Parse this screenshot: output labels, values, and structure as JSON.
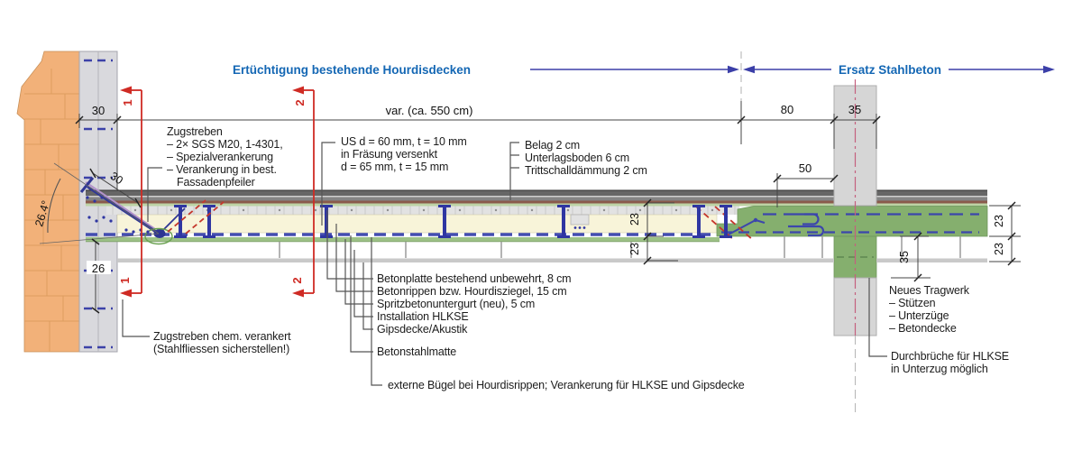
{
  "headings": {
    "left": "Ertüchtigung bestehende Hourdisdecken",
    "right": "Ersatz Stahlbeton"
  },
  "dimensions": {
    "wall_width": "30",
    "span": "var. (ca. 550 cm)",
    "bay": "80",
    "column_width": "35",
    "offset_50": "50",
    "rod_length": "30",
    "angle": "26.4°",
    "anchor_depth": "26",
    "slab_upper": "23",
    "slab_lower": "23",
    "new_slab_upper": "23",
    "new_slab_lower": "23",
    "beam_depth": "35"
  },
  "section_markers": {
    "marker_1": "1",
    "marker_2": "2"
  },
  "annotations": {
    "zugstreben": {
      "lines": [
        "Zugstreben",
        "– 2× SGS M20, 1-4301,",
        "– Spezialverankerung",
        "– Verankerung in best.",
        "Fassadenpfeiler"
      ]
    },
    "us_plate": {
      "lines": [
        "US d = 60 mm, t = 10 mm",
        "in Fräsung versenkt",
        "d = 65 mm, t = 15 mm"
      ]
    },
    "floor_buildup": {
      "lines": [
        "Belag 2 cm",
        "Unterlagsboden 6 cm",
        "Trittschalldämmung 2 cm"
      ]
    },
    "slab_layers": {
      "lines": [
        "Betonplatte bestehend unbewehrt, 8 cm",
        "Betonrippen bzw. Hourdisziegel, 15 cm",
        "Spritzbetonuntergurt (neu), 5 cm",
        "Installation HLKSE",
        "Gipsdecke/Akustik"
      ]
    },
    "betonstahlmatte": "Betonstahlmatte",
    "externe_buegel": "externe Bügel bei Hourdisrippen; Verankerung für HLKSE und Gipsdecke",
    "zugstreben_chem": {
      "lines": [
        "Zugstreben chem. verankert",
        "(Stahlfliessen sicherstellen!)"
      ]
    },
    "neues_tragwerk": {
      "lines": [
        "Neues Tragwerk",
        "– Stützen",
        "– Unterzüge",
        "– Betondecke"
      ]
    },
    "durchbrueche": {
      "lines": [
        "Durchbrüche für HLKSE",
        "in Unterzug möglich"
      ]
    }
  },
  "colors": {
    "heading_blue": "#1467b4",
    "drawing_navy": "#343aa0",
    "section_red": "#cf2b24",
    "new_concrete_green": "#85af6e",
    "brick_orange": "#f2b179",
    "concrete_gray": "#d6d6d6",
    "centerline_magenta": "#c4607e",
    "existing_slab_cream": "#f8f4d9"
  }
}
